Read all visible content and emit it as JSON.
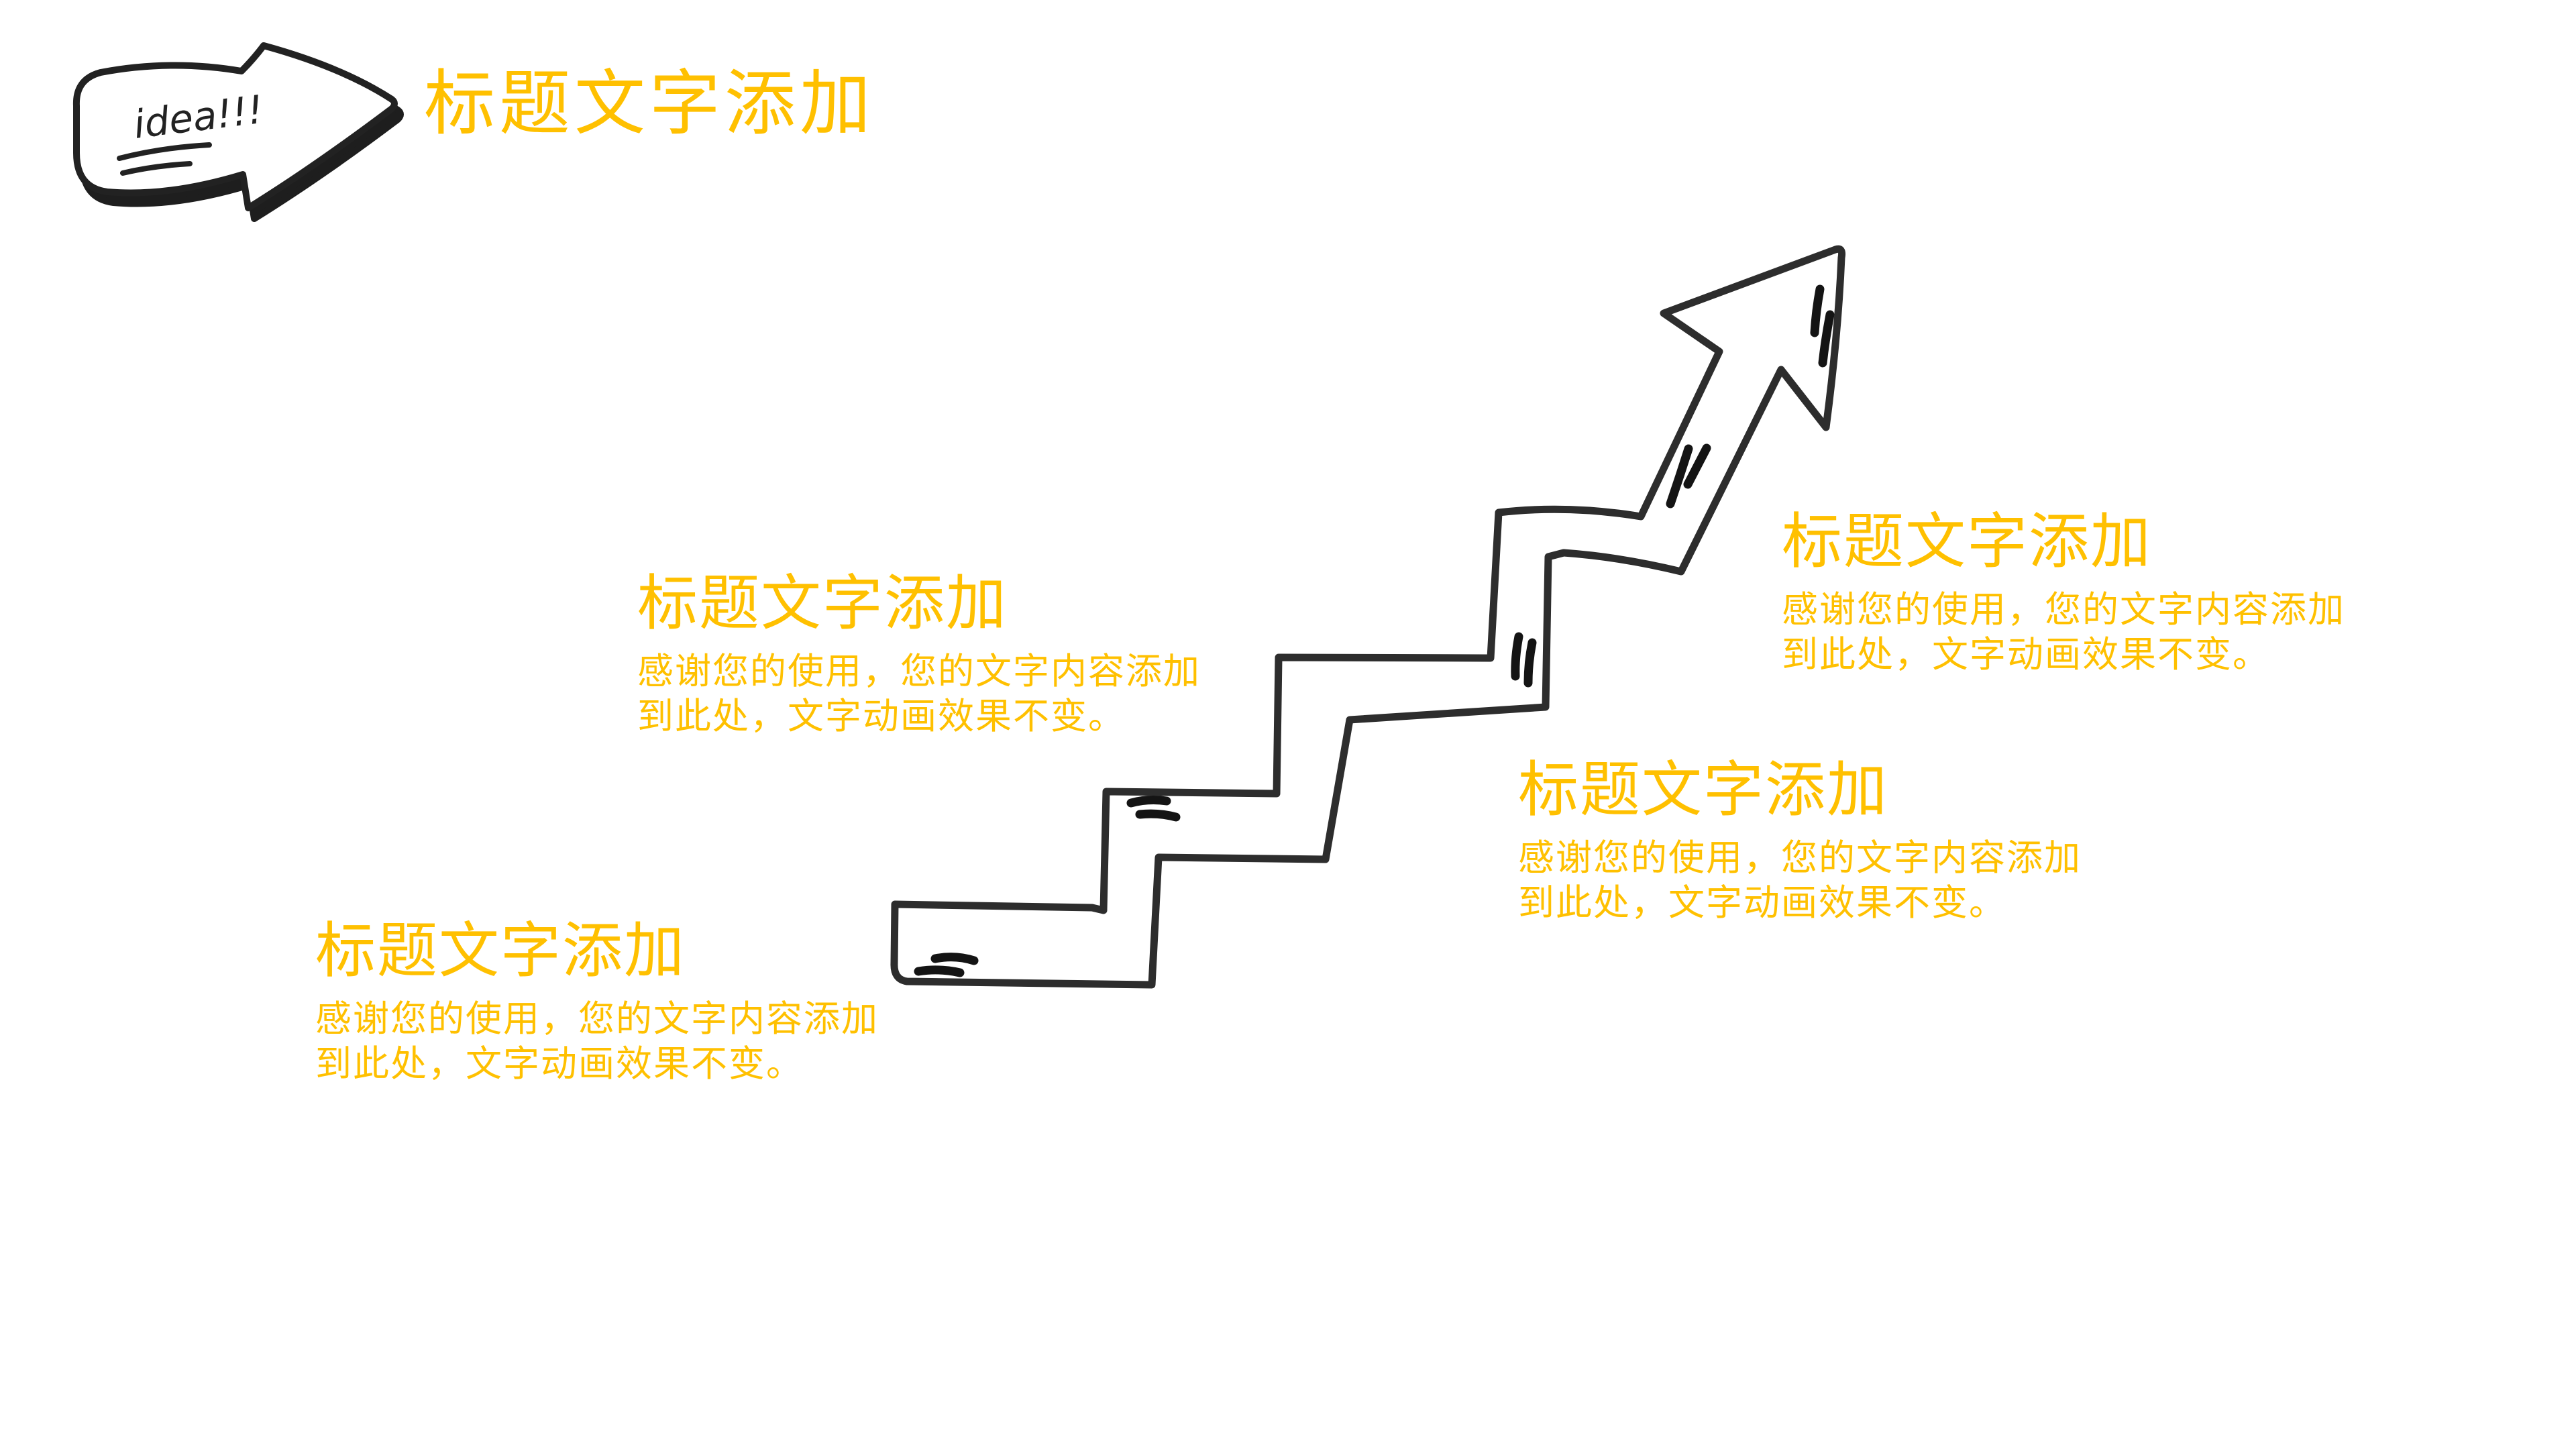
{
  "slide": {
    "background_color": "#FFFFFF",
    "accent_color": "#FFC000",
    "ink_color": "#2D2D2D"
  },
  "header": {
    "icon": "hand-drawn-idea-arrow-icon",
    "icon_label": "idea!!!",
    "title": "标题文字添加"
  },
  "diagram": {
    "icon": "staircase-growth-arrow-doodle"
  },
  "blocks": [
    {
      "position": "bottom-left",
      "title": "标题文字添加",
      "body": [
        "感谢您的使用，您的文字内容添加",
        "到此处，文字动画效果不变。"
      ]
    },
    {
      "position": "middle-left",
      "title": "标题文字添加",
      "body": [
        "感谢您的使用，您的文字内容添加",
        "到此处，文字动画效果不变。"
      ]
    },
    {
      "position": "bottom-right",
      "title": "标题文字添加",
      "body": [
        "感谢您的使用，您的文字内容添加",
        "到此处，文字动画效果不变。"
      ]
    },
    {
      "position": "top-right",
      "title": "标题文字添加",
      "body": [
        "感谢您的使用，您的文字内容添加",
        "到此处，文字动画效果不变。"
      ]
    }
  ]
}
